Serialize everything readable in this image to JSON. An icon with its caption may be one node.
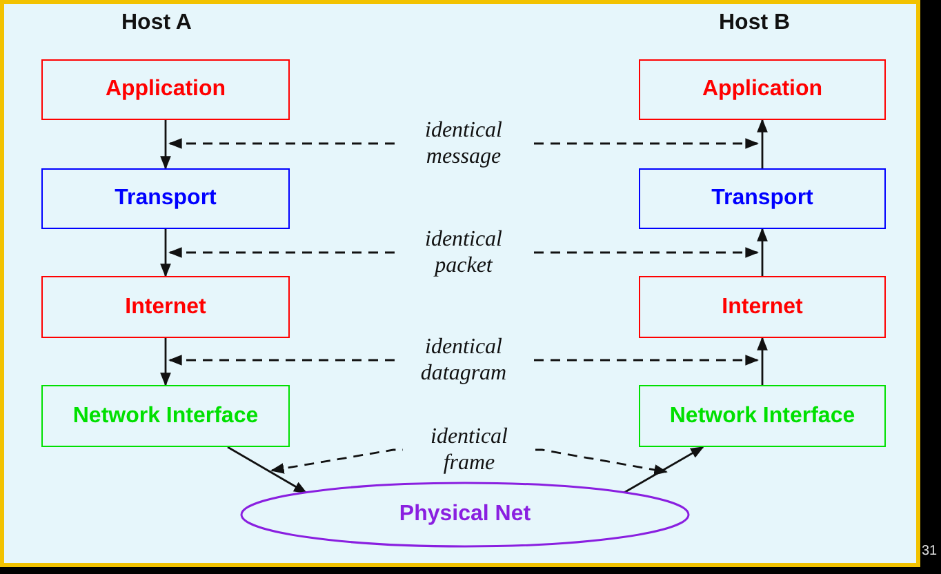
{
  "diagram": {
    "nodes": [
      {
        "text": [
          "Application"
        ]
      },
      {
        "text": [
          "Transport"
        ]
      },
      {
        "text": [
          "Internet"
        ]
      },
      {
        "text": [
          "Network Interface"
        ]
      },
      {
        "text": [
          "Application"
        ]
      },
      {
        "text": [
          "Transport"
        ]
      },
      {
        "text": [
          "Internet"
        ]
      },
      {
        "text": [
          "Network Interface"
        ]
      },
      {
        "text": [
          "Physical Net"
        ]
      }
    ],
    "edges": [
      {
        "from": 0,
        "to": 1,
        "arrow": "to"
      },
      {
        "from": 1,
        "to": 2,
        "arrow": "to"
      },
      {
        "from": 2,
        "to": 3,
        "arrow": "to"
      },
      {
        "from": 3,
        "to": 8,
        "arrow": "to"
      },
      {
        "from": 8,
        "to": 7,
        "arrow": "to"
      },
      {
        "from": 7,
        "to": 6,
        "arrow": "to"
      },
      {
        "from": 6,
        "to": 5,
        "arrow": "to"
      },
      {
        "from": 5,
        "to": 4,
        "arrow": "to"
      },
      {
        "from": 0,
        "to": 4,
        "arrow": "both",
        "style": "dashed",
        "label": "identical message"
      },
      {
        "from": 1,
        "to": 5,
        "arrow": "both",
        "style": "dashed",
        "label": "identical packet"
      },
      {
        "from": 2,
        "to": 6,
        "arrow": "both",
        "style": "dashed",
        "label": "identical datagram"
      },
      {
        "from": 3,
        "to": 7,
        "arrow": "both",
        "style": "dashed",
        "label": "identical frame"
      }
    ],
    "labels": [
      "Host A",
      "Host B",
      "31"
    ]
  }
}
